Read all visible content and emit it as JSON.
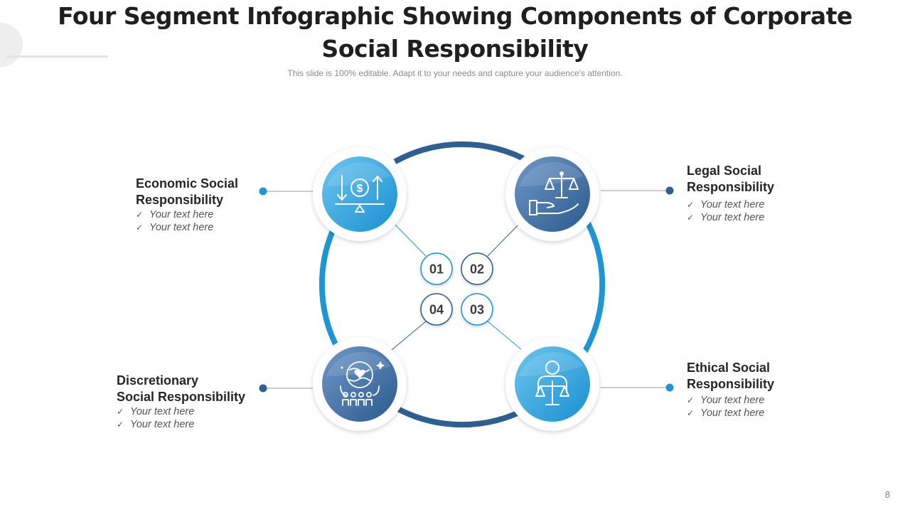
{
  "slide": {
    "title": "Four Segment Infographic Showing Components of Corporate Social Responsibility",
    "subtitle": "This slide is 100% editable. Adapt it to your needs and capture your audience's attention.",
    "page_number": "8"
  },
  "segments": [
    {
      "number": "01",
      "heading_line1": "Economic Social",
      "heading_line2": "Responsibility",
      "icon": "balance-money-icon",
      "items": [
        "Your text here",
        "Your text here"
      ]
    },
    {
      "number": "02",
      "heading_line1": "Legal Social",
      "heading_line2": "Responsibility",
      "icon": "scales-hand-icon",
      "items": [
        "Your text here",
        "Your text here"
      ]
    },
    {
      "number": "03",
      "heading_line1": "Ethical Social",
      "heading_line2": "Responsibility",
      "icon": "person-scales-icon",
      "items": [
        "Your text here",
        "Your text here"
      ]
    },
    {
      "number": "04",
      "heading_line1": "Discretionary",
      "heading_line2": "Social Responsibility",
      "icon": "globe-people-icon",
      "items": [
        "Your text here",
        "Your text here"
      ]
    }
  ],
  "colors": {
    "light_blue": "#1e96d4",
    "dark_blue": "#2e5f93",
    "text": "#262626"
  }
}
